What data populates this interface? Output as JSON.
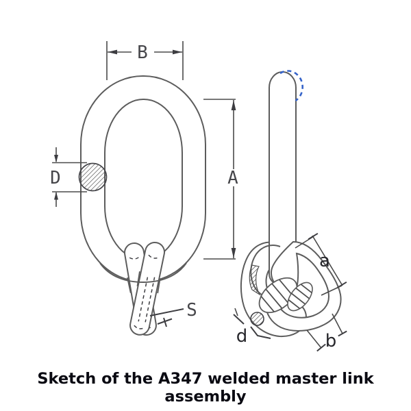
{
  "caption": {
    "text": "Sketch of the A347 welded master link assembly"
  },
  "front_view": {
    "name": "master link front view",
    "dim_labels": {
      "B": "B",
      "A": "A",
      "D": "D",
      "S": "S"
    }
  },
  "side_view": {
    "name": "master link assembly side view",
    "dim_labels": {
      "a": "a",
      "b": "b",
      "d": "d"
    }
  },
  "colors": {
    "background": "#ffffff",
    "sketch_line": "#5c5c5c",
    "dimension_line": "#4a4a4a",
    "cad_label": "#46464a",
    "lowercase_label": "#26262b",
    "caption_text": "#0a0a12",
    "highlight_blue": "#3563c9"
  }
}
